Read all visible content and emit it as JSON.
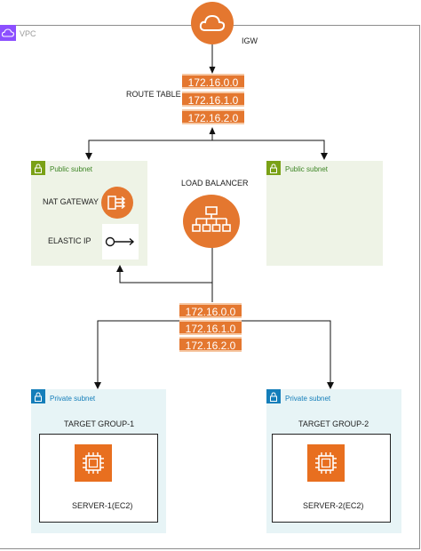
{
  "vpc": {
    "label": "VPC"
  },
  "igw": {
    "label": "IGW"
  },
  "route_table": {
    "label": "ROUTE TABLE",
    "routes": [
      "172.16.0.0",
      "172.16.1.0",
      "172.16.2.0"
    ]
  },
  "route_table_lb": {
    "routes": [
      "172.16.0.0",
      "172.16.1.0",
      "172.16.2.0"
    ]
  },
  "load_balancer": {
    "label": "LOAD BALANCER"
  },
  "public_subnet_1": {
    "title": "Public subnet",
    "nat_label": "NAT GATEWAY",
    "eip_label": "ELASTIC IP"
  },
  "public_subnet_2": {
    "title": "Public subnet"
  },
  "private_subnet_1": {
    "title": "Private subnet",
    "target_group": "TARGET GROUP-1",
    "server": "SERVER-1(EC2)"
  },
  "private_subnet_2": {
    "title": "Private subnet",
    "target_group": "TARGET GROUP-2",
    "server": "SERVER-2(EC2)"
  },
  "colors": {
    "aws_orange": "#e4772f",
    "public_green": "#7aa116",
    "private_blue": "#147eba",
    "vpc_purple": "#8c4fff"
  }
}
